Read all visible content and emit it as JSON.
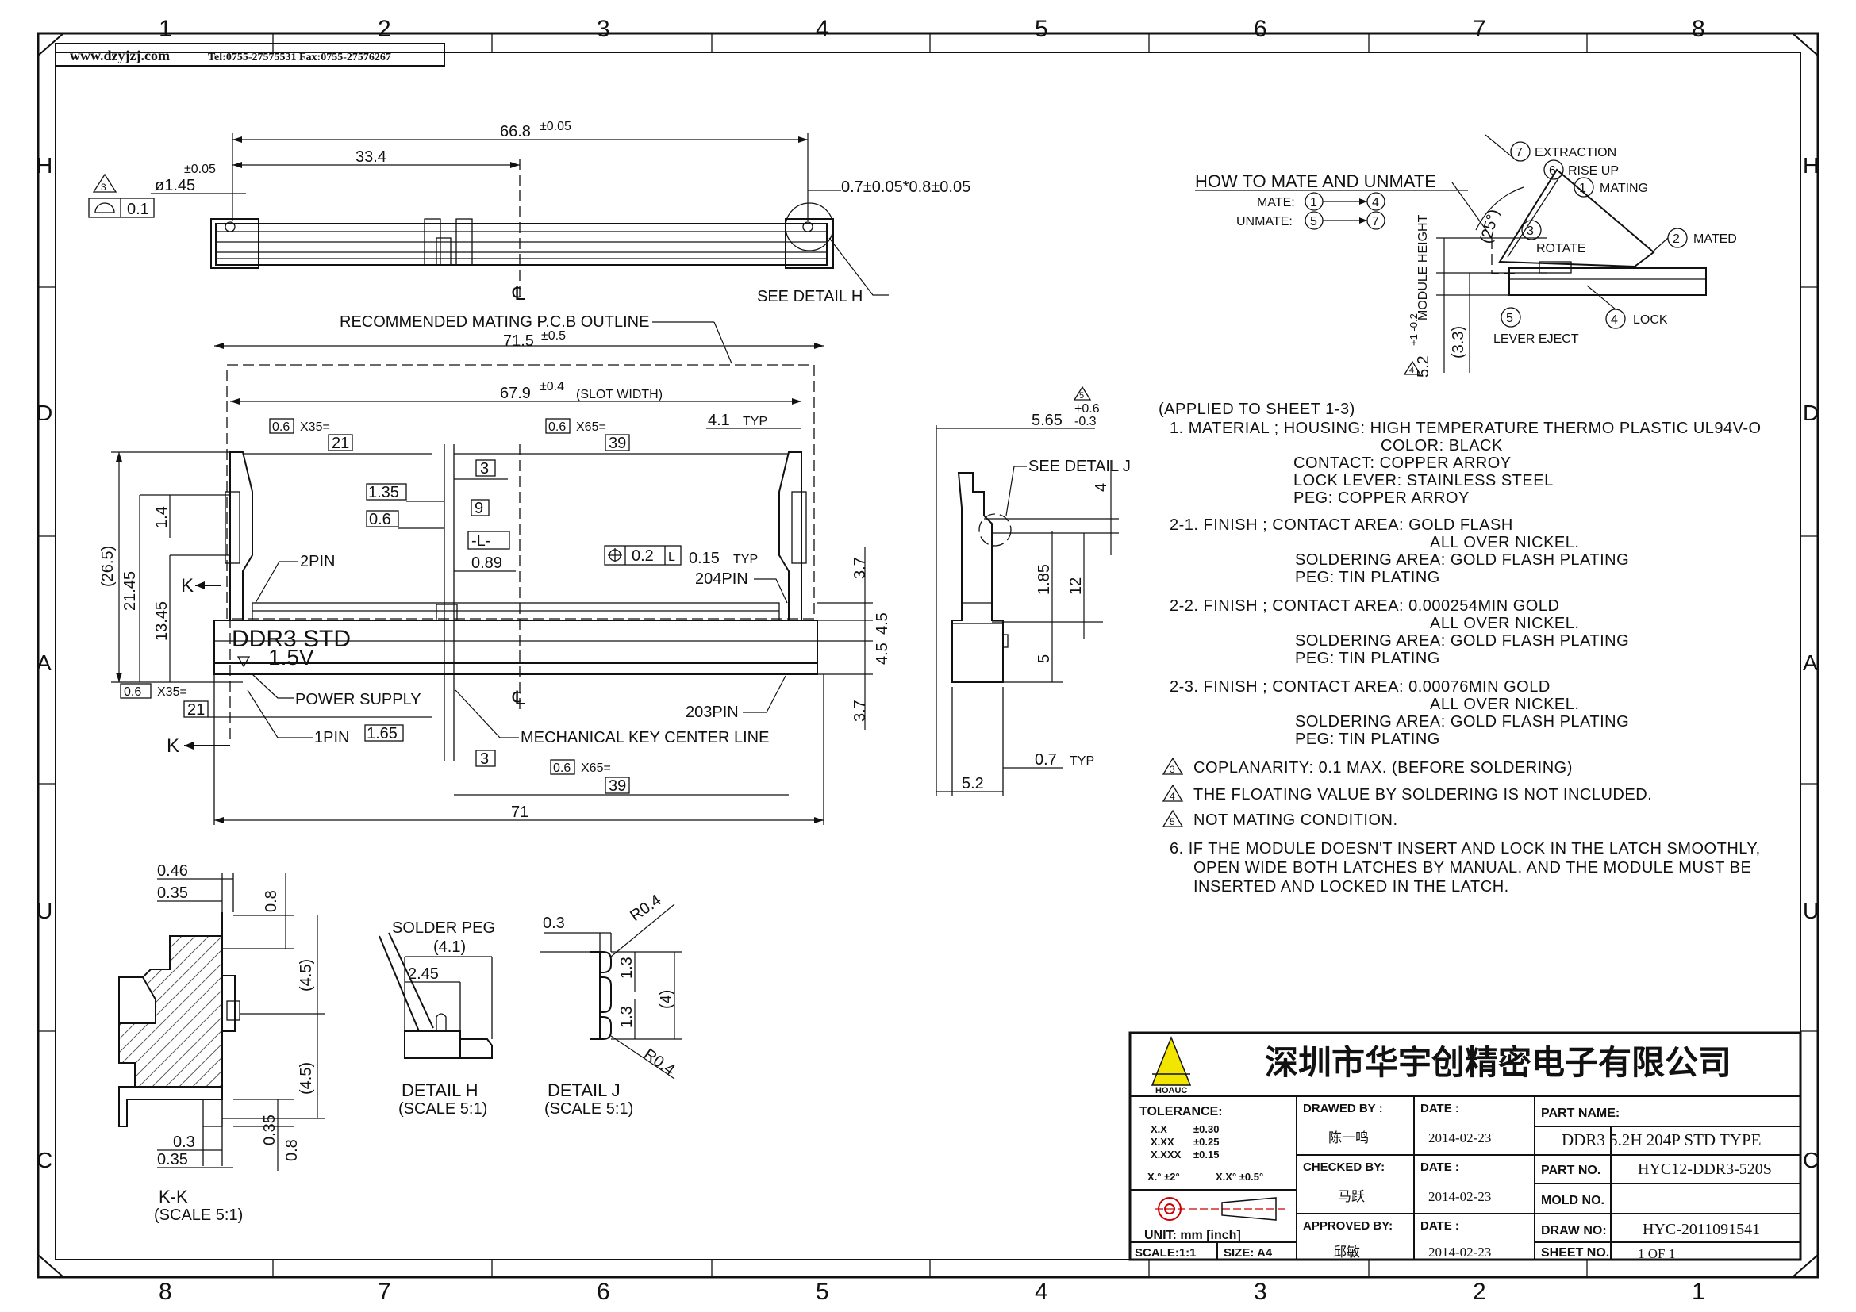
{
  "border": {
    "top_numbers": [
      "1",
      "2",
      "3",
      "4",
      "5",
      "6",
      "7",
      "8"
    ],
    "bottom_numbers": [
      "8",
      "7",
      "6",
      "5",
      "4",
      "3",
      "2",
      "1"
    ],
    "side_letters": [
      "H",
      "D",
      "A",
      "U",
      "C"
    ]
  },
  "header": {
    "website": "www.dzyjzj.com",
    "contact": "Tel:0755-27575531  Fax:0755-27576267"
  },
  "top_view": {
    "overall": "66.8",
    "overall_tol": "±0.05",
    "half": "33.4",
    "hole": "ø1.45",
    "hole_tol": "±0.05",
    "flatness_note": "3",
    "flatness_value": "0.1",
    "pitch": "0.7±0.05*0.8±0.05",
    "center_mark": "℄",
    "detail_ref": "SEE DETAIL H"
  },
  "front_view": {
    "pcb_outline": "RECOMMENDED MATING P.C.B OUTLINE",
    "width_715": "71.5",
    "width_715_tol": "±0.5",
    "slot_width": "67.9",
    "slot_width_tol": "±0.4",
    "slot_width_label": "(SLOT WIDTH)",
    "pitch_a": "0.6",
    "count_a": "X35=",
    "box_21": "21",
    "pitch_b": "0.6",
    "count_b": "X65=",
    "box_39": "39",
    "typ_41": "4.1",
    "typ_label": "TYP",
    "box_3": "3",
    "d_135": "1.35",
    "box_9": "9",
    "d_06": "0.6",
    "datum_L": "-L-",
    "d_089": "0.89",
    "pos_tol": "0.2",
    "pos_datum": "L",
    "d_015": "0.15",
    "typ2": "TYP",
    "pin2": "2PIN",
    "pin204": "204PIN",
    "pin203": "203PIN",
    "pin1": "1PIN",
    "ddr": "DDR3  STD",
    "volt": "1.5V",
    "power": "POWER SUPPLY",
    "mech_key": "MECHANICAL KEY CENTER LINE",
    "d_165": "1.65",
    "h_265": "(26.5)",
    "h_2145": "21.45",
    "h_1345": "13.45",
    "h_14": "1.4",
    "k": "K",
    "d_37a": "3.7",
    "d_45a": "4.5",
    "d_45b": "4.5",
    "d_37b": "3.7",
    "w_71": "71",
    "bottom_pitch": "0.6",
    "bottom_count": "X35=",
    "bottom_box21": "21",
    "bottom_box3": "3",
    "bottom_pitch2": "0.6",
    "bottom_count2": "X65=",
    "bottom_box39": "39"
  },
  "side_view": {
    "d_565": "5.65",
    "d_565_tol_p": "+0.6",
    "d_565_tol_m": "-0.3",
    "note_mark": "5",
    "detail_ref": "SEE DETAIL J",
    "d_4": "4",
    "d_185": "1.85",
    "d_12": "12",
    "d_5": "5",
    "d_07": "0.7",
    "typ": "TYP",
    "d_52": "5.2"
  },
  "mate": {
    "title": "HOW TO MATE AND UNMATE",
    "mate_label": "MATE:",
    "mate_from": "1",
    "mate_to": "4",
    "unmate_label": "UNMATE:",
    "unmate_from": "5",
    "unmate_to": "7",
    "s1": "MATING",
    "s2": "MATED",
    "s3": "ROTATE",
    "s4": "LOCK",
    "s5": "LEVER EJECT",
    "s6": "RISE UP",
    "s7": "EXTRACTION",
    "angle": "(25°)",
    "module_height": "MODULE HEIGHT",
    "h_52": "5.2",
    "h_52_tol": "+1 -0.2",
    "h_33": "(3.3)",
    "n": [
      "1",
      "2",
      "3",
      "4",
      "5",
      "6",
      "7"
    ]
  },
  "notes": {
    "applied": "(APPLIED TO SHEET 1-3)",
    "lines": [
      "1. MATERIAL ; HOUSING: HIGH TEMPERATURE THERMO PLASTIC UL94V-O",
      "COLOR: BLACK",
      "CONTACT: COPPER ARROY",
      "LOCK LEVER: STAINLESS STEEL",
      "PEG: COPPER ARROY",
      "2-1. FINISH ; CONTACT AREA: GOLD FLASH",
      "ALL OVER NICKEL.",
      "SOLDERING AREA: GOLD FLASH PLATING",
      "PEG: TIN PLATING",
      "2-2. FINISH ; CONTACT AREA: 0.000254MIN GOLD",
      "ALL OVER NICKEL.",
      "SOLDERING AREA: GOLD FLASH PLATING",
      "PEG: TIN PLATING",
      "2-3. FINISH ; CONTACT AREA: 0.00076MIN GOLD",
      "ALL OVER NICKEL.",
      "SOLDERING AREA: GOLD FLASH PLATING",
      "PEG: TIN PLATING",
      "COPLANARITY: 0.1 MAX. (BEFORE SOLDERING)",
      "THE FLOATING VALUE BY SOLDERING IS NOT INCLUDED.",
      "NOT MATING CONDITION.",
      "6. IF THE MODULE DOESN'T INSERT AND LOCK IN THE LATCH SMOOTHLY,",
      "OPEN WIDE BOTH LATCHES BY MANUAL. AND THE MODULE MUST BE",
      "INSERTED AND LOCKED IN THE LATCH."
    ],
    "tri3": "3",
    "tri4": "4",
    "tri5": "5"
  },
  "kk": {
    "d_046": "0.46",
    "d_035a": "0.35",
    "d_08a": "0.8",
    "d_45a": "(4.5)",
    "d_45b": "(4.5)",
    "d_03": "0.3",
    "d_035b": "0.35",
    "d_035c": "0.35",
    "d_08b": "0.8",
    "title": "K-K",
    "scale": "(SCALE 5:1)"
  },
  "detail_h": {
    "peg": "SOLDER PEG",
    "d_41": "(4.1)",
    "d_245": "2.45",
    "title": "DETAIL H",
    "scale": "(SCALE 5:1)"
  },
  "detail_j": {
    "d_03": "0.3",
    "r1": "R0.4",
    "d_13a": "1.3",
    "d_4": "(4)",
    "d_13b": "1.3",
    "r2": "R0.4",
    "title": "DETAIL J",
    "scale": "(SCALE 5:1)"
  },
  "title_block": {
    "company": "深圳市华宇创精密电子有限公司",
    "logo_text": "HOAUC",
    "tolerance_label": "TOLERANCE:",
    "tol_rows": [
      [
        "X.X",
        "±0.30"
      ],
      [
        "X.XX",
        "±0.25"
      ],
      [
        "X.XXX",
        "±0.15"
      ]
    ],
    "ang1": "X.° ±2°",
    "ang2": "X.X° ±0.5°",
    "unit": "UNIT:  mm  [inch]",
    "scale": "SCALE:1:1",
    "size": "SIZE: A4",
    "drawn_label": "DRAWED BY :",
    "drawn_name": "陈一鸣",
    "checked_label": "CHECKED BY:",
    "checked_name": "马跃",
    "approved_label": "APPROVED BY:",
    "approved_name": "邱敏",
    "date_label": "DATE :",
    "date1": "2014-02-23",
    "date2": "2014-02-23",
    "date3": "2014-02-23",
    "part_name_label": "PART NAME:",
    "part_name": "DDR3 5.2H 204P STD TYPE",
    "part_no_label": "PART NO.",
    "part_no": "HYC12-DDR3-520S",
    "mold_no_label": "MOLD NO.",
    "mold_no": "",
    "draw_no_label": "DRAW NO:",
    "draw_no": "HYC-2011091541",
    "sheet_label": "SHEET NO.",
    "sheet": "1 OF 1"
  }
}
